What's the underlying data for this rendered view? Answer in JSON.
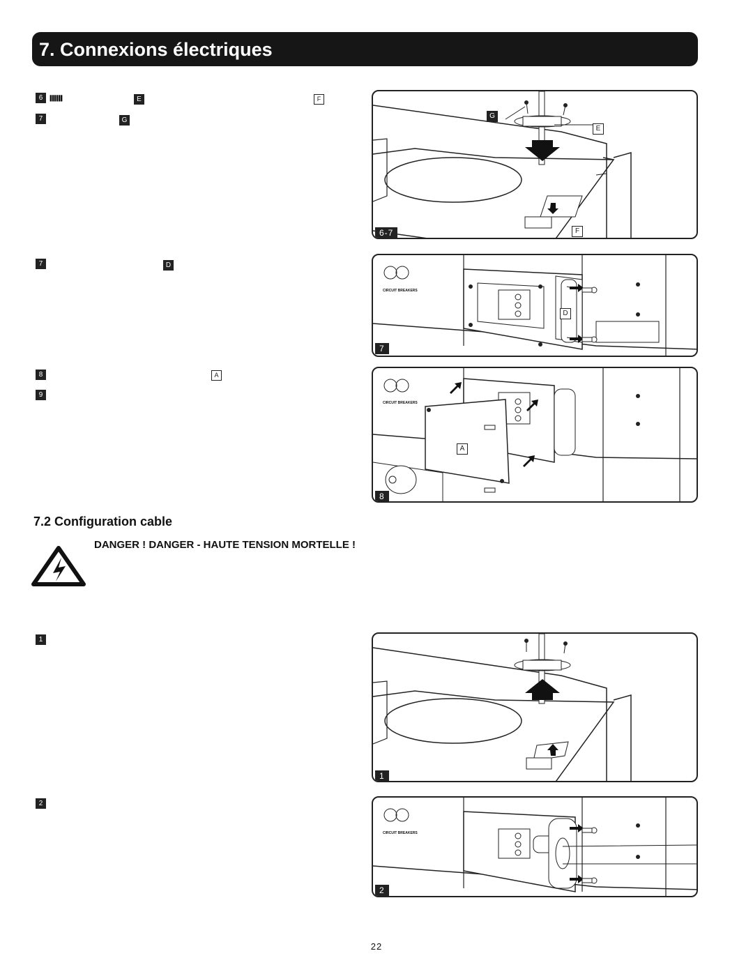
{
  "header": {
    "title": "7. Connexions électriques"
  },
  "section_72": {
    "title": "7.2 Configuration cable",
    "danger": "DANGER ! DANGER - HAUTE TENSION MORTELLE !"
  },
  "steps": {
    "s6": "6",
    "s7a": "7",
    "s7b": "7",
    "s8": "8",
    "s9": "9",
    "s1": "1",
    "s2": "2"
  },
  "callouts": {
    "E": "E",
    "F": "F",
    "G": "G",
    "D": "D",
    "A": "A"
  },
  "figures": {
    "f1_label": "6-7",
    "f2_label": "7",
    "f3_label": "8",
    "f4_label": "1",
    "f5_label": "2",
    "circuit_breakers": "CIRCUIT BREAKERS"
  },
  "page_number": "22"
}
